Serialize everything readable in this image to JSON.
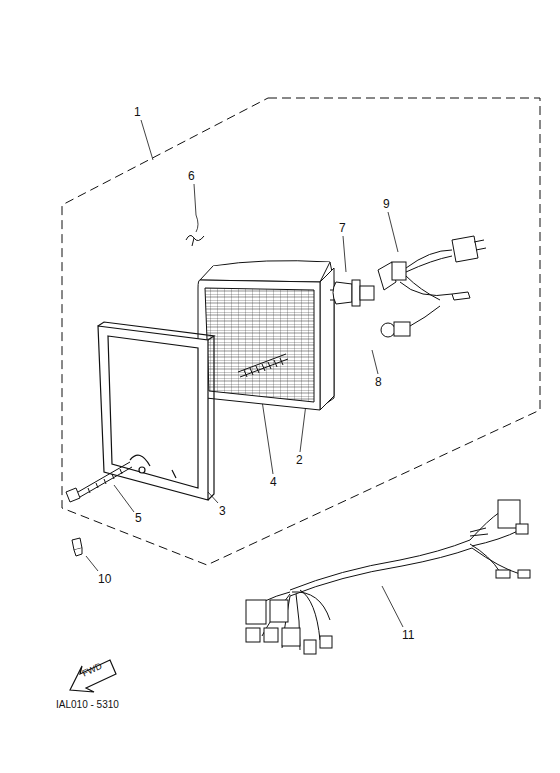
{
  "diagram": {
    "labels": [
      "1",
      "2",
      "3",
      "4",
      "5",
      "6",
      "7",
      "8",
      "9",
      "10",
      "11",
      "FWD",
      "IAL010 - 5310"
    ]
  }
}
